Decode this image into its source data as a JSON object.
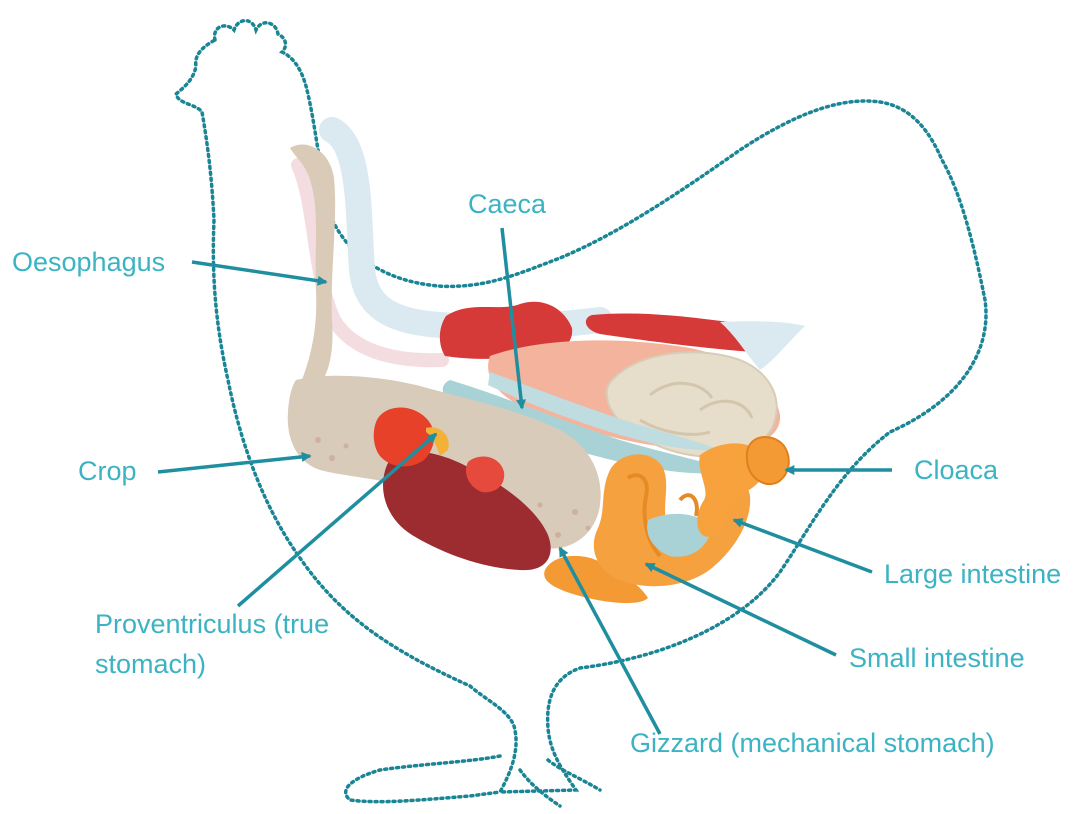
{
  "colors": {
    "label_text": "#3bb3c3",
    "pointer": "#1f8fa0",
    "outline": "#1a8594",
    "oesophagus": "#d9cbb8",
    "crop": "#d8cbb9",
    "proventriculus": "#e8412a",
    "gizzard": "#f39a35",
    "liver": "#9c2c30",
    "lung_kidney": "#d63a38",
    "caeca": "#a8d2d6",
    "small_intestine": "#f6a13f",
    "large_intestine": "#f7a23c",
    "cloaca": "#f39a35",
    "reproductive": "#f4b39c",
    "coils": "#e6ddcb"
  },
  "labels": {
    "oesophagus": "Oesophagus",
    "caeca": "Caeca",
    "crop": "Crop",
    "cloaca": "Cloaca",
    "large_intestine": "Large intestine",
    "proventriculus_line1": "Proventriculus (true",
    "proventriculus_line2": "stomach)",
    "small_intestine": "Small intestine",
    "gizzard": "Gizzard (mechanical stomach)"
  }
}
